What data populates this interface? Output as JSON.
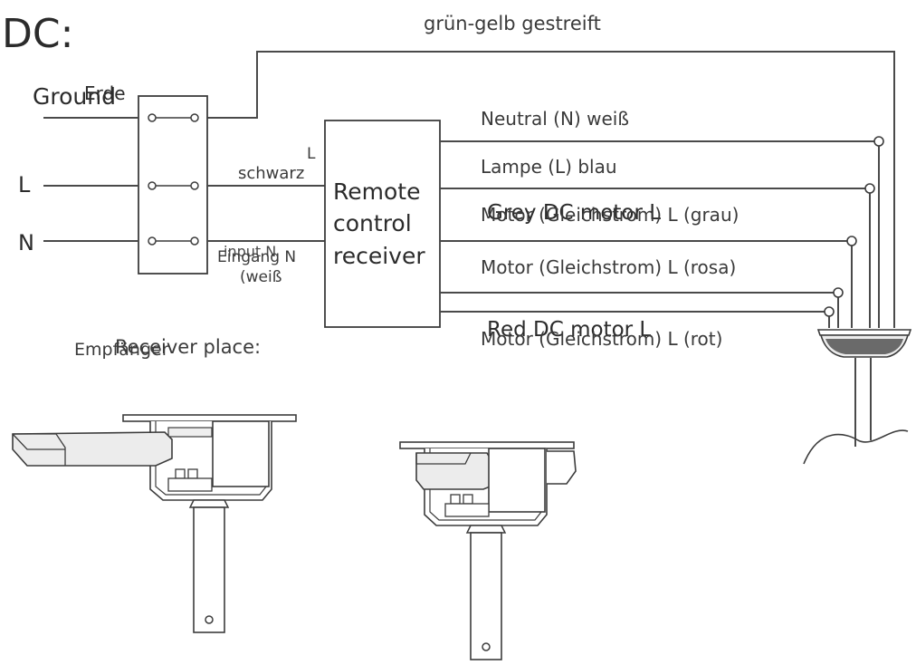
{
  "title": "DC:",
  "earth_wire_label": "grün-gelb gestreift",
  "terminals": {
    "ground_en": "Ground",
    "ground_de": "Erde",
    "live": "L",
    "neutral": "N"
  },
  "input_labels": {
    "live_l": "L",
    "live_color": "schwarz",
    "input_n_en": "input  N",
    "input_n_de": "Eingang N",
    "input_n_color": "(weiß"
  },
  "receiver": {
    "line1": "Remote",
    "line2": "control",
    "line3": "receiver"
  },
  "outputs": {
    "neutral": "Neutral (N) weiß",
    "lamp": "Lampe (L) blau",
    "grey_en": "Grey DC motor L",
    "grey_de": "Motor (Gleichstrom) L (grau)",
    "pink": "Motor (Gleichstrom) L (rosa)",
    "red_en": "Red DC motor L",
    "red_de": "Motor (Gleichstrom) L (rot)"
  },
  "placement": {
    "en": "Receiver place:",
    "de": "Empfänger"
  },
  "colors": {
    "line": "#4a4a4a",
    "text": "#2b2b2b"
  }
}
